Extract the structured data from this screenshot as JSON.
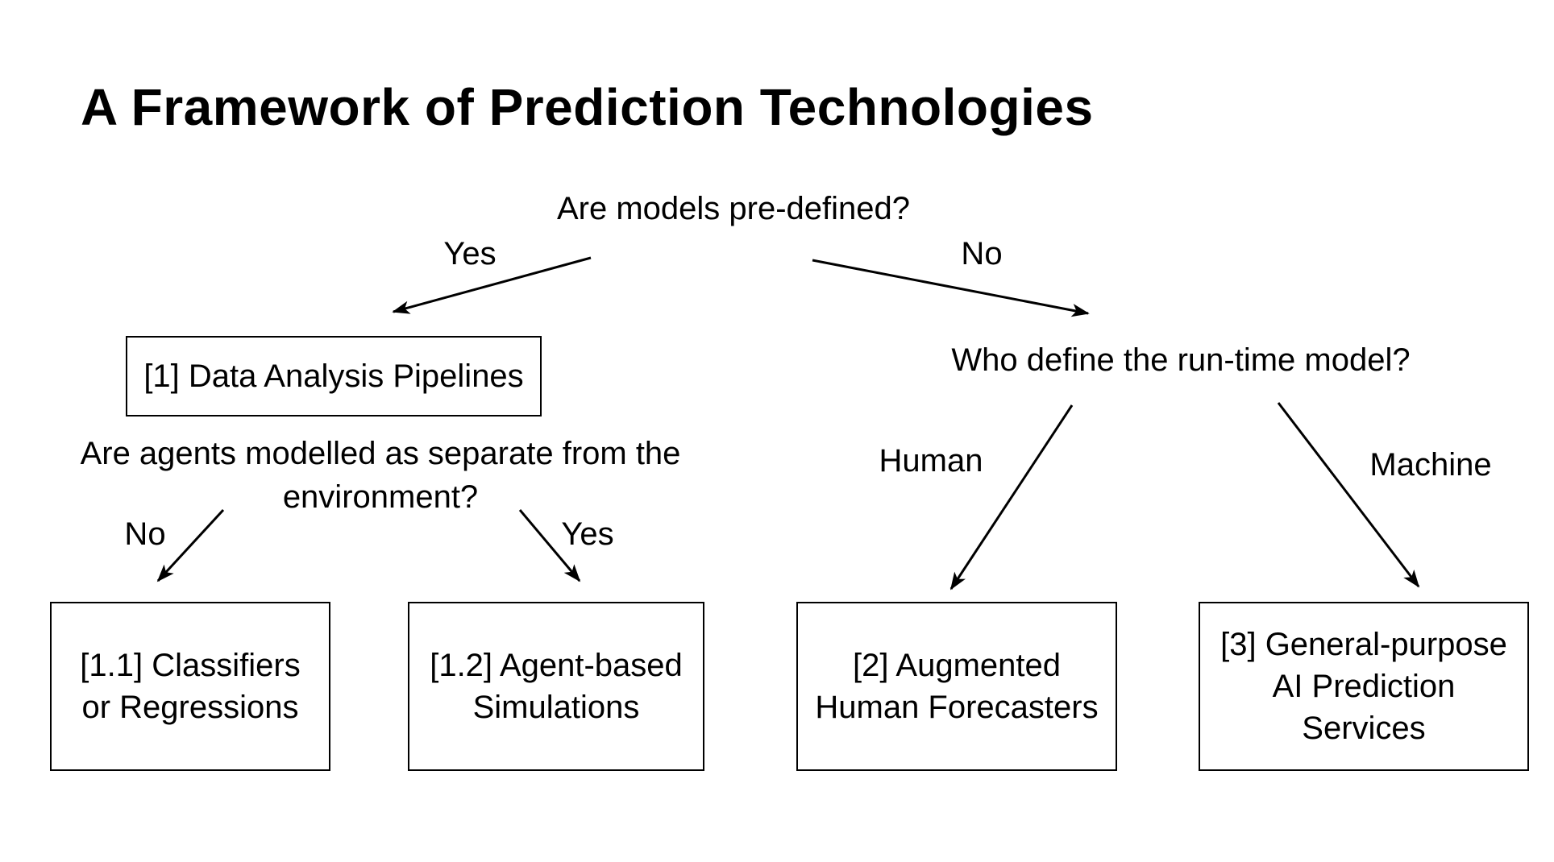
{
  "diagram": {
    "title": "A Framework of Prediction Technologies",
    "root": {
      "question": "Are models pre-defined?",
      "yes_label": "Yes",
      "no_label": "No"
    },
    "agents_question": {
      "lines": [
        "Are agents modelled as separate from the",
        "environment?"
      ],
      "no_label": "No",
      "yes_label": "Yes"
    },
    "runtime_question": {
      "text": "Who define the run-time model?",
      "human_label": "Human",
      "machine_label": "Machine"
    },
    "nodes": {
      "data_analysis_pipelines": {
        "lines": [
          "[1] Data Analysis Pipelines"
        ]
      },
      "classifiers_or_regressions": {
        "lines": [
          "[1.1] Classifiers",
          "or Regressions"
        ]
      },
      "agent_based_simulations": {
        "lines": [
          "[1.2] Agent-based",
          "Simulations"
        ]
      },
      "augmented_human_forecasters": {
        "lines": [
          "[2] Augmented",
          "Human Forecasters"
        ]
      },
      "general_purpose_ai": {
        "lines": [
          "[3] General-purpose",
          "AI Prediction",
          "Services"
        ]
      }
    },
    "colors": {
      "text": "#000000",
      "background": "#ffffff",
      "stroke": "#000000"
    }
  }
}
